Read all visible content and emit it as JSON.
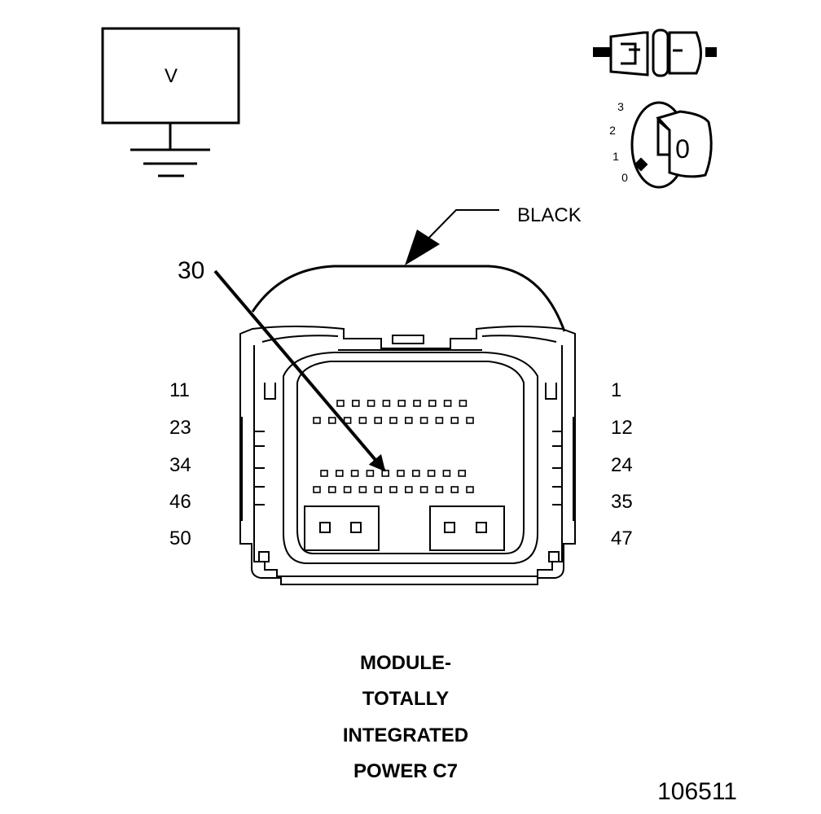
{
  "meter": {
    "symbol": "V"
  },
  "ignition": {
    "positions": [
      "3",
      "2",
      "1",
      "0"
    ],
    "key_position": "0"
  },
  "connector": {
    "color_callout": "BLACK",
    "pin_callout": "30",
    "left_pin_labels": [
      "11",
      "23",
      "34",
      "46",
      "50"
    ],
    "right_pin_labels": [
      "1",
      "12",
      "24",
      "35",
      "47"
    ]
  },
  "caption": {
    "lines": [
      "MODULE-",
      "TOTALLY",
      "INTEGRATED",
      "POWER C7"
    ]
  },
  "figure_number": "106511"
}
